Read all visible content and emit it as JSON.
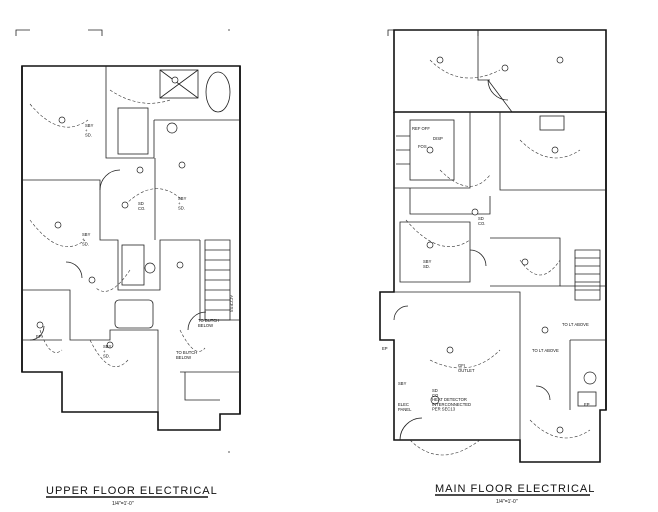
{
  "drawings": {
    "upper": {
      "title": "UPPER FLOOR ELECTRICAL",
      "scale": "1/4\"=1'-0\"",
      "notes": {
        "sd1": "SBY\n+\nSD.",
        "sd2": "SBY\n+\nSD.",
        "sd3": "SBY\n+\nSD.",
        "sd4": "SBY\n+\nSD.",
        "co": "SD\nCO.",
        "ep": "EP.",
        "butch1": "TO BUTCH\nBELOW",
        "butch2": "TO BUTCH\nBELOW",
        "access": "ACCESS"
      }
    },
    "main": {
      "title": "MAIN FLOOR ELECTRICAL",
      "scale": "1/4\"=1'-0\"",
      "notes": {
        "fridge": "REF OFF",
        "disp": "DISP",
        "fos": "FOS",
        "sd1": "SBY\nSD.",
        "co": "SD\nCO.",
        "lt1": "TO LT ABOVE",
        "lt2": "TO LT ABOVE",
        "gfi": "GFI\nOUTLET",
        "heat": "HEAT DETECTOR\nINTERCONNECTED\nPER SEC13",
        "sd_label": "SD\nCO",
        "elec": "ELEC\nPANEL",
        "sby": "SBY",
        "ep": "EP",
        "ep2": "EP"
      }
    }
  }
}
